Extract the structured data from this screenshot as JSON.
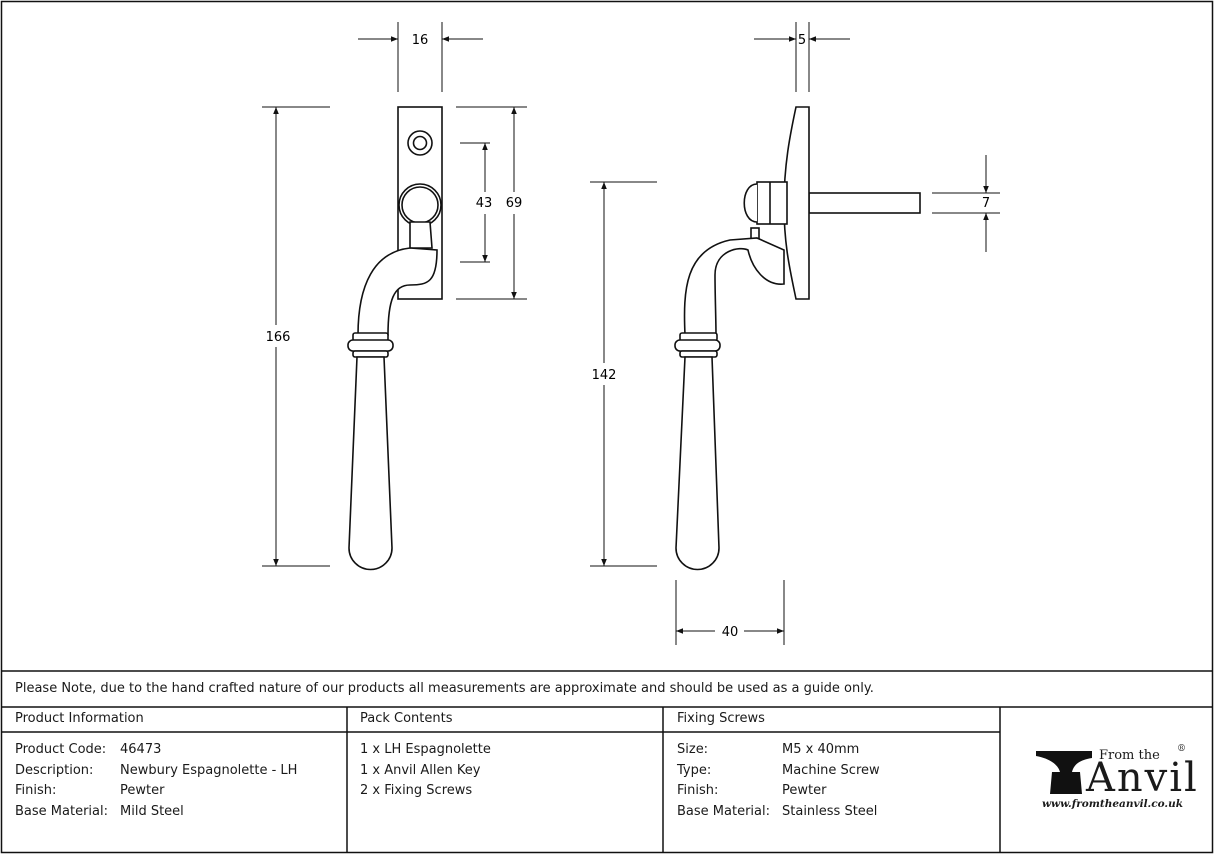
{
  "dimensions": {
    "front_width": "16",
    "front_height_total": "166",
    "plate_height": "69",
    "spindle_offset": "43",
    "side_depth_plate": "5",
    "side_height": "142",
    "side_projection": "40",
    "spindle_size": "7"
  },
  "note": "Please Note, due to the hand crafted nature of our products all measurements are approximate and should be used as a guide only.",
  "product_information": {
    "header": "Product Information",
    "rows": [
      {
        "label": "Product Code:",
        "value": "46473"
      },
      {
        "label": "Description:",
        "value": "Newbury Espagnolette - LH"
      },
      {
        "label": "Finish:",
        "value": "Pewter"
      },
      {
        "label": "Base Material:",
        "value": "Mild Steel"
      }
    ]
  },
  "pack_contents": {
    "header": "Pack Contents",
    "items": [
      "1 x LH Espagnolette",
      "1 x Anvil Allen Key",
      "2 x Fixing Screws"
    ]
  },
  "fixing_screws": {
    "header": "Fixing Screws",
    "rows": [
      {
        "label": "Size:",
        "value": "M5 x 40mm"
      },
      {
        "label": "Type:",
        "value": "Machine Screw"
      },
      {
        "label": "Finish:",
        "value": "Pewter"
      },
      {
        "label": "Base Material:",
        "value": "Stainless Steel"
      }
    ]
  },
  "logo": {
    "from_the": "From the",
    "name": "Anvil",
    "registered": "®",
    "url": "www.fromtheanvil.co.uk"
  }
}
